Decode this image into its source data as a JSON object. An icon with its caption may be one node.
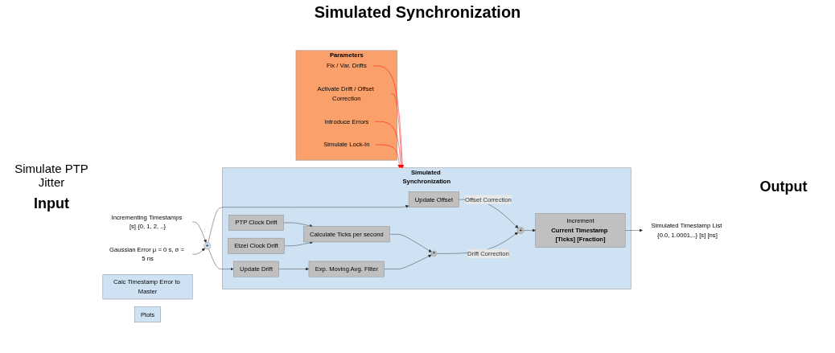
{
  "diagram": {
    "title": "Simulated Synchronization",
    "nodes": [
      {
        "text": [
          "Incrementing Timestamps [s] {0, 1, 2, ..}"
        ]
      },
      {
        "text": [
          "+"
        ]
      },
      {
        "text": [
          "Gaussian Error μ = 0 s, σ = 5 ns"
        ]
      },
      {
        "text": [
          "Simulated Synchronization"
        ]
      },
      {
        "text": [
          "Update Offset"
        ],
        "in": 3
      },
      {
        "text": [
          "Update Drift"
        ],
        "in": 3
      },
      {
        "text": [
          "Exp. Moving Avg. Filter"
        ],
        "in": 3
      },
      {
        "text": [
          "PTP Clock Drift"
        ],
        "in": 3
      },
      {
        "text": [
          "Etzel Clock Drift"
        ],
        "in": 3
      },
      {
        "text": [
          "Calculate Ticks per second"
        ],
        "in": 3
      },
      {
        "text": [
          "*"
        ],
        "in": 3
      },
      {
        "text": [
          "+"
        ],
        "in": 3
      },
      {
        "text": [
          "Increment",
          "Current Timestamp [Ticks] [Fraction]"
        ],
        "in": 3
      },
      {
        "text": [
          "Simulated Timestamp List {0.0, 1.0001,..} [s] [ns]"
        ]
      },
      {
        "text": [
          "Calc Timestamp Error to Master"
        ]
      },
      {
        "text": [
          "Plots"
        ]
      },
      {
        "text": [
          "Parameters"
        ]
      },
      {
        "text": [
          "Fix / Var. Drifts"
        ],
        "in": 16
      },
      {
        "text": [
          "Activate Drift / Offset Correction"
        ],
        "in": 16
      },
      {
        "text": [
          "Introduce Errors"
        ],
        "in": 16
      },
      {
        "text": [
          "Simulate Lock-In"
        ],
        "in": 16
      }
    ],
    "edges": [
      {
        "from": 0,
        "to": 1,
        "arrow": "to"
      },
      {
        "from": 2,
        "to": 1,
        "arrow": "to"
      },
      {
        "from": 1,
        "to": 4,
        "arrow": "to"
      },
      {
        "from": 1,
        "to": 5,
        "arrow": "to"
      },
      {
        "from": 4,
        "to": 11,
        "arrow": "to",
        "label": "Offset Correction"
      },
      {
        "from": 5,
        "to": 6,
        "arrow": "to"
      },
      {
        "from": 6,
        "to": 10,
        "arrow": "to"
      },
      {
        "from": 7,
        "to": 9,
        "arrow": "to"
      },
      {
        "from": 8,
        "to": 9,
        "arrow": "to"
      },
      {
        "from": 9,
        "to": 10,
        "arrow": "to"
      },
      {
        "from": 10,
        "to": 11,
        "arrow": "to",
        "label": "Drift Correction"
      },
      {
        "from": 11,
        "to": 12,
        "arrow": "to"
      },
      {
        "from": 12,
        "to": 13,
        "arrow": "to"
      },
      {
        "from": 17,
        "to": 3,
        "arrow": "to",
        "color": "#ff0000"
      },
      {
        "from": 18,
        "to": 3,
        "arrow": "to",
        "color": "#ff0000"
      },
      {
        "from": 19,
        "to": 3,
        "arrow": "to",
        "color": "#ff0000"
      },
      {
        "from": 20,
        "to": 3,
        "arrow": "to",
        "color": "#ff0000"
      }
    ],
    "labels": [
      "Simulate PTP Jitter",
      "Input",
      "Output"
    ]
  }
}
